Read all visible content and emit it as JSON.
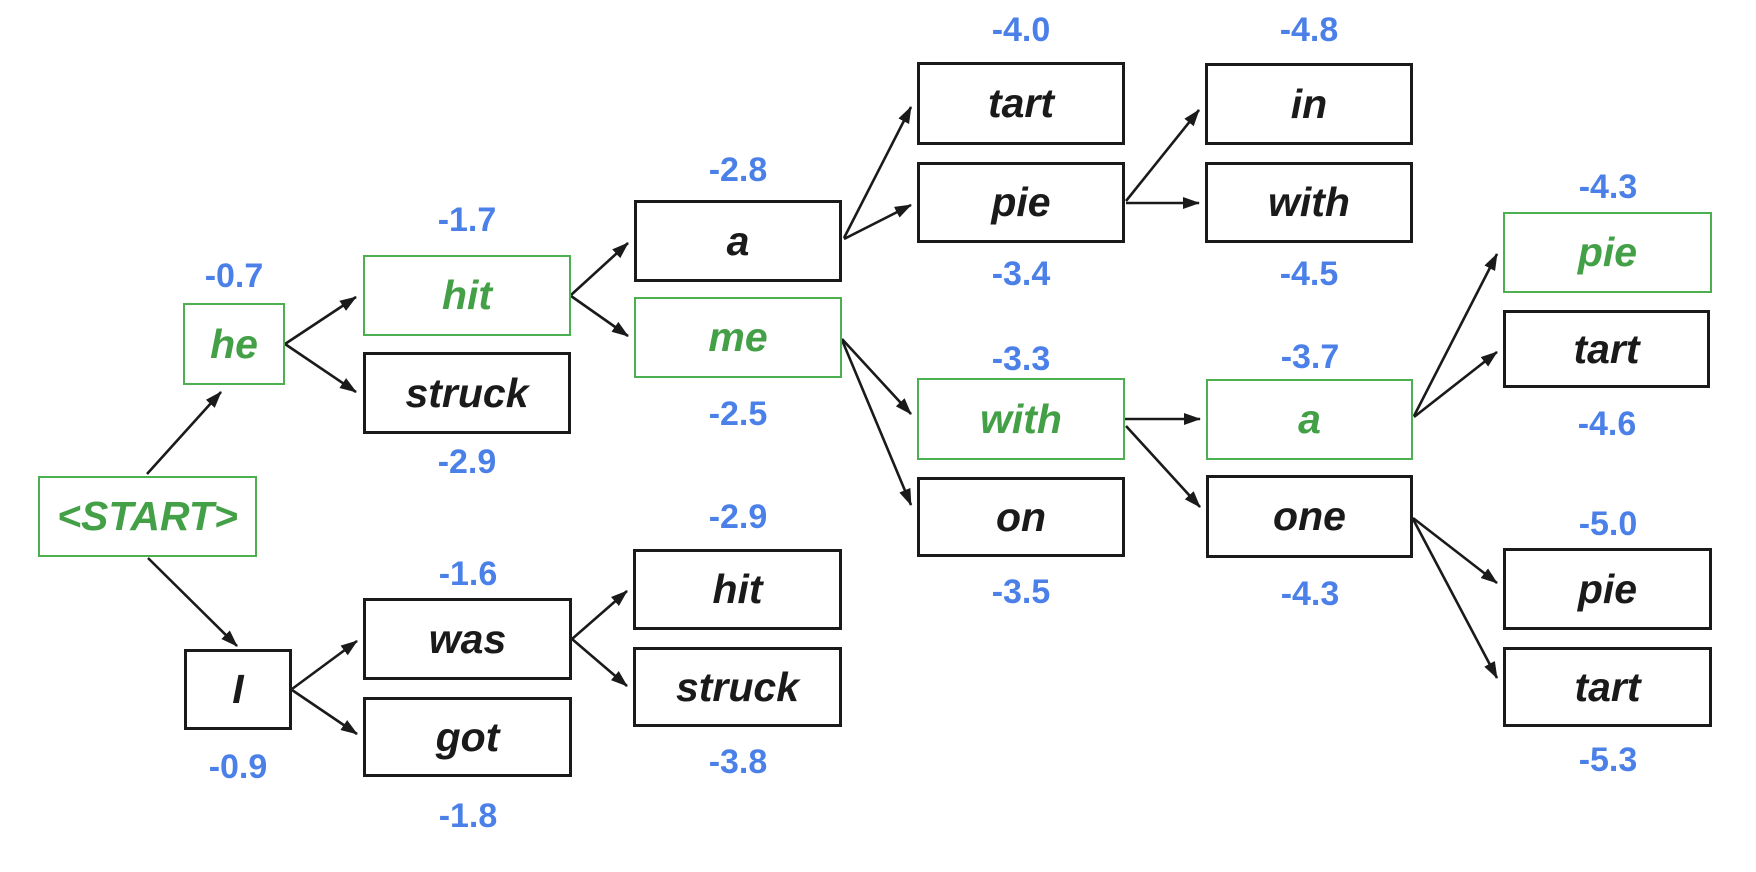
{
  "diagram": {
    "type": "beam-search-tree",
    "colors": {
      "selected_green": "#4caf50",
      "score_blue": "#4a80e8",
      "node_black": "#1a1a1a",
      "background": "#ffffff"
    },
    "selected_path": [
      "<START>",
      "he",
      "hit",
      "me",
      "with",
      "a",
      "pie"
    ],
    "nodes": {
      "start": {
        "label": "<START>",
        "score": "",
        "selected": true
      },
      "he": {
        "label": "he",
        "score": "-0.7",
        "selected": true
      },
      "i": {
        "label": "I",
        "score": "-0.9",
        "selected": false
      },
      "hit1": {
        "label": "hit",
        "score": "-1.7",
        "selected": true
      },
      "struck1": {
        "label": "struck",
        "score": "-2.9",
        "selected": false
      },
      "was": {
        "label": "was",
        "score": "-1.6",
        "selected": false
      },
      "got": {
        "label": "got",
        "score": "-1.8",
        "selected": false
      },
      "a1": {
        "label": "a",
        "score": "-2.8",
        "selected": false
      },
      "me": {
        "label": "me",
        "score": "-2.5",
        "selected": true
      },
      "hit2": {
        "label": "hit",
        "score": "-2.9",
        "selected": false
      },
      "struck2": {
        "label": "struck",
        "score": "-3.8",
        "selected": false
      },
      "tart1": {
        "label": "tart",
        "score": "-4.0",
        "selected": false
      },
      "pie1": {
        "label": "pie",
        "score": "-3.4",
        "selected": false
      },
      "with1": {
        "label": "with",
        "score": "-3.3",
        "selected": true
      },
      "on": {
        "label": "on",
        "score": "-3.5",
        "selected": false
      },
      "in": {
        "label": "in",
        "score": "-4.8",
        "selected": false
      },
      "with2": {
        "label": "with",
        "score": "-4.5",
        "selected": false
      },
      "a2": {
        "label": "a",
        "score": "-3.7",
        "selected": true
      },
      "one": {
        "label": "one",
        "score": "-4.3",
        "selected": false
      },
      "pie2": {
        "label": "pie",
        "score": "-4.3",
        "selected": true
      },
      "tart2": {
        "label": "tart",
        "score": "-4.6",
        "selected": false
      },
      "pie3": {
        "label": "pie",
        "score": "-5.0",
        "selected": false
      },
      "tart3": {
        "label": "tart",
        "score": "-5.3",
        "selected": false
      }
    },
    "edges": [
      {
        "from": "start",
        "to": "he"
      },
      {
        "from": "start",
        "to": "i"
      },
      {
        "from": "he",
        "to": "hit1"
      },
      {
        "from": "he",
        "to": "struck1"
      },
      {
        "from": "i",
        "to": "was"
      },
      {
        "from": "i",
        "to": "got"
      },
      {
        "from": "hit1",
        "to": "a1"
      },
      {
        "from": "hit1",
        "to": "me"
      },
      {
        "from": "was",
        "to": "hit2"
      },
      {
        "from": "was",
        "to": "struck2"
      },
      {
        "from": "a1",
        "to": "tart1"
      },
      {
        "from": "a1",
        "to": "pie1"
      },
      {
        "from": "pie1",
        "to": "in"
      },
      {
        "from": "pie1",
        "to": "with2"
      },
      {
        "from": "me",
        "to": "with1"
      },
      {
        "from": "me",
        "to": "on"
      },
      {
        "from": "with1",
        "to": "a2"
      },
      {
        "from": "with1",
        "to": "one"
      },
      {
        "from": "a2",
        "to": "pie2"
      },
      {
        "from": "a2",
        "to": "tart2"
      },
      {
        "from": "one",
        "to": "pie3"
      },
      {
        "from": "one",
        "to": "tart3"
      }
    ]
  }
}
